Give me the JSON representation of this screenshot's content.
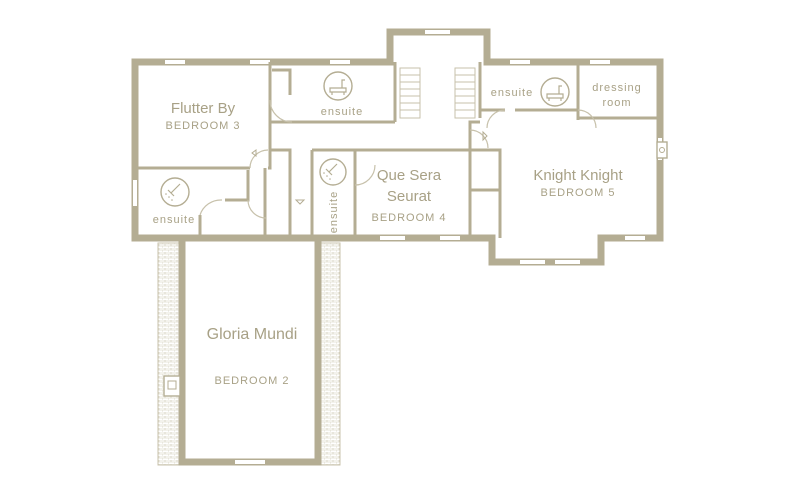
{
  "rooms": {
    "bedroom3": {
      "name": "Flutter By",
      "type": "BEDROOM 3"
    },
    "bedroom4": {
      "name_line1": "Que Sera",
      "name_line2": "Seurat",
      "type": "BEDROOM 4"
    },
    "bedroom5": {
      "name": "Knight Knight",
      "type": "BEDROOM 5"
    },
    "bedroom2": {
      "name": "Gloria Mundi",
      "type": "BEDROOM 2"
    },
    "ensuite_top": {
      "label": "ensuite"
    },
    "ensuite_left": {
      "label": "ensuite"
    },
    "ensuite_mid": {
      "label": "ensuite"
    },
    "ensuite_right": {
      "label": "ensuite"
    },
    "dressing_room": {
      "line1": "dressing",
      "line2": "room"
    }
  },
  "icons": {
    "bath": "bath-icon",
    "shower": "shower-icon",
    "fireplace": "fireplace-icon"
  },
  "colors": {
    "wall": "#b4ad93",
    "text": "#a8a186",
    "background": "#ffffff"
  }
}
